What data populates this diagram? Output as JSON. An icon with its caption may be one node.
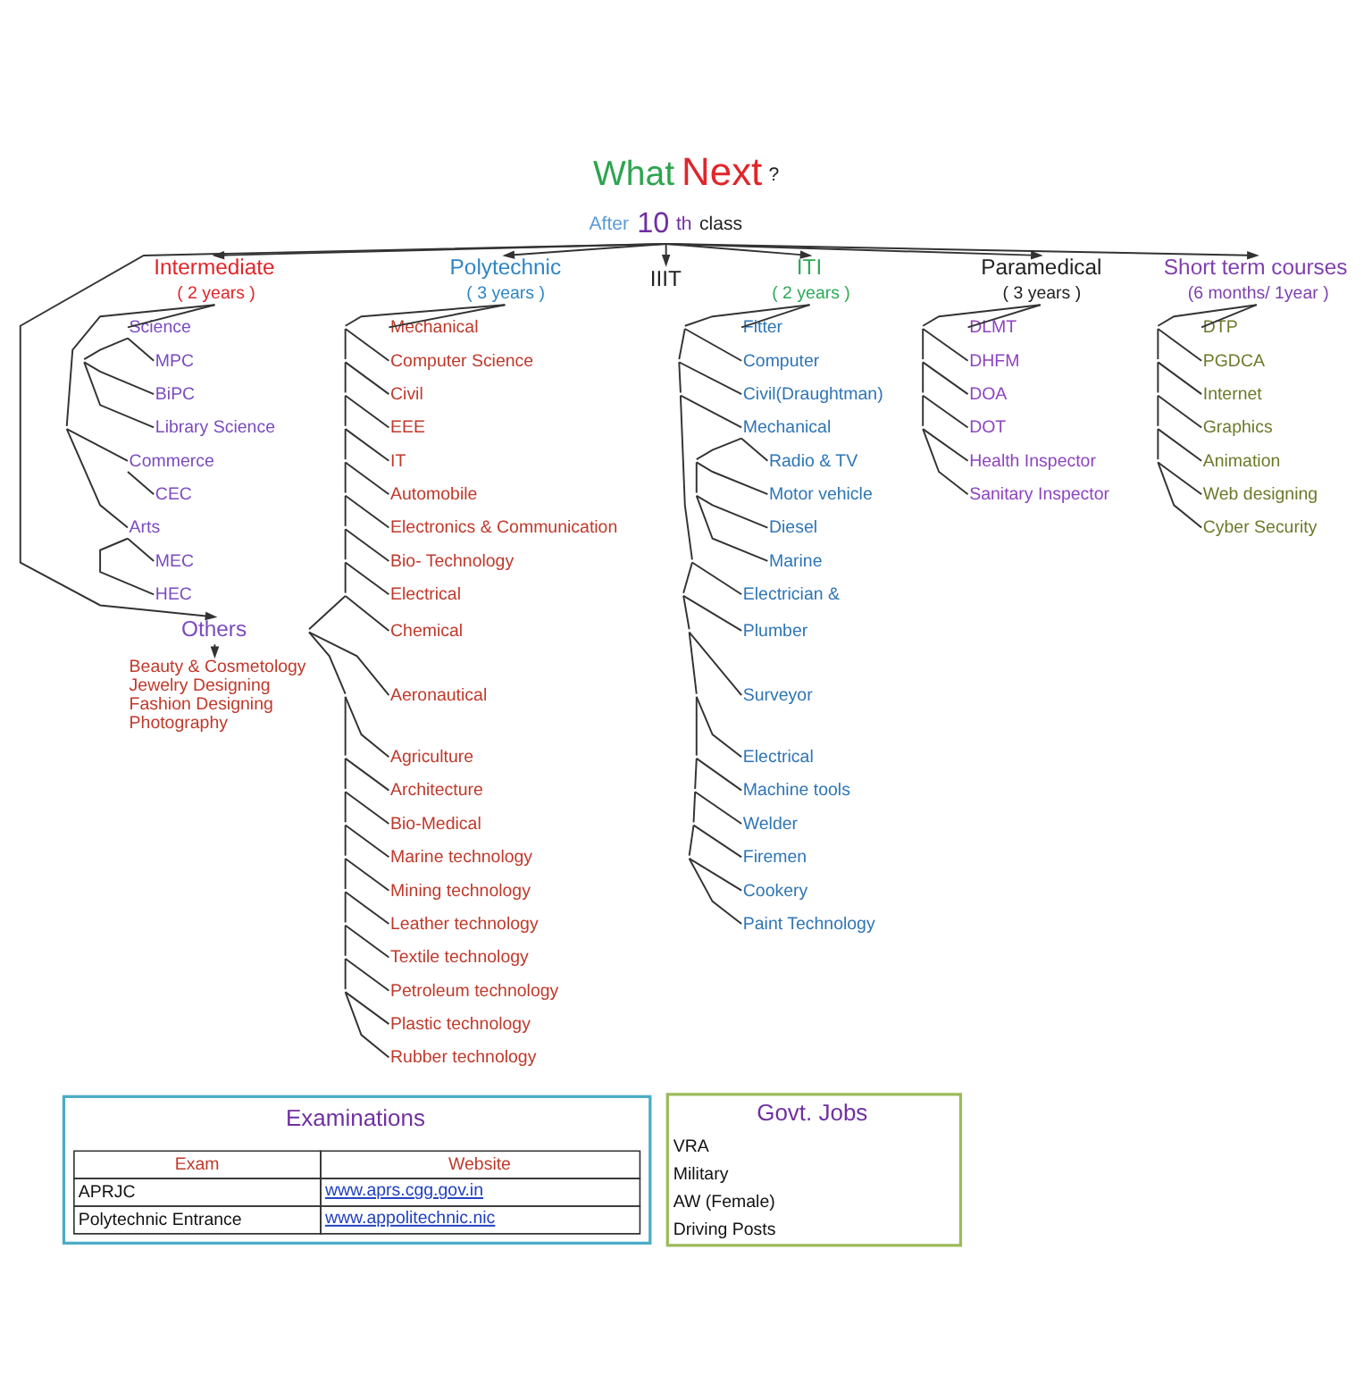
{
  "diagram": {
    "title": "What Next ?",
    "nodes": [
      {
        "text": [
          "After 10 th class"
        ]
      },
      {
        "text": [
          "Intermediate",
          "( 2 years )"
        ]
      },
      {
        "text": [
          "Polytechnic",
          "( 3 years )"
        ]
      },
      {
        "text": [
          "IIIT"
        ]
      },
      {
        "text": [
          "ITI",
          "( 2 years )"
        ]
      },
      {
        "text": [
          "Paramedical",
          "( 3 years )"
        ]
      },
      {
        "text": [
          "Short term courses",
          "(6 months/ 1year )"
        ]
      },
      {
        "text": [
          "Science"
        ]
      },
      {
        "text": [
          "MPC"
        ]
      },
      {
        "text": [
          "BiPC"
        ]
      },
      {
        "text": [
          "Library Science"
        ]
      },
      {
        "text": [
          "Commerce"
        ]
      },
      {
        "text": [
          "CEC"
        ]
      },
      {
        "text": [
          "Arts"
        ]
      },
      {
        "text": [
          "MEC"
        ]
      },
      {
        "text": [
          "HEC"
        ]
      },
      {
        "text": [
          "Others"
        ]
      },
      {
        "text": [
          "Beauty & Cosmetology",
          "Jewelry Designing",
          "Fashion Designing",
          "Photography"
        ]
      },
      {
        "text": [
          "Mechanical"
        ]
      },
      {
        "text": [
          "Computer Science"
        ]
      },
      {
        "text": [
          "Civil"
        ]
      },
      {
        "text": [
          "EEE"
        ]
      },
      {
        "text": [
          "IT"
        ]
      },
      {
        "text": [
          "Automobile"
        ]
      },
      {
        "text": [
          "Electronics & Communication"
        ]
      },
      {
        "text": [
          "Bio- Technology"
        ]
      },
      {
        "text": [
          "Electrical"
        ]
      },
      {
        "text": [
          "Chemical"
        ]
      },
      {
        "text": [
          "Aeronautical"
        ]
      },
      {
        "text": [
          "Agriculture"
        ]
      },
      {
        "text": [
          "Architecture"
        ]
      },
      {
        "text": [
          "Bio-Medical"
        ]
      },
      {
        "text": [
          "Marine technology"
        ]
      },
      {
        "text": [
          "Mining technology"
        ]
      },
      {
        "text": [
          "Leather technology"
        ]
      },
      {
        "text": [
          "Textile technology"
        ]
      },
      {
        "text": [
          "Petroleum technology"
        ]
      },
      {
        "text": [
          "Plastic technology"
        ]
      },
      {
        "text": [
          "Rubber technology"
        ]
      },
      {
        "text": [
          "Fitter"
        ]
      },
      {
        "text": [
          "Computer"
        ]
      },
      {
        "text": [
          "Civil(Draughtman)"
        ]
      },
      {
        "text": [
          "Mechanical"
        ]
      },
      {
        "text": [
          "Radio & TV"
        ]
      },
      {
        "text": [
          "Motor vehicle"
        ]
      },
      {
        "text": [
          "Diesel"
        ]
      },
      {
        "text": [
          "Marine"
        ]
      },
      {
        "text": [
          "Electrician &"
        ]
      },
      {
        "text": [
          "Plumber"
        ]
      },
      {
        "text": [
          "Surveyor"
        ]
      },
      {
        "text": [
          "Electrical"
        ]
      },
      {
        "text": [
          "Machine tools"
        ]
      },
      {
        "text": [
          "Welder"
        ]
      },
      {
        "text": [
          "Firemen"
        ]
      },
      {
        "text": [
          "Cookery"
        ]
      },
      {
        "text": [
          "Paint Technology"
        ]
      },
      {
        "text": [
          "DLMT"
        ]
      },
      {
        "text": [
          "DHFM"
        ]
      },
      {
        "text": [
          "DOA"
        ]
      },
      {
        "text": [
          "DOT"
        ]
      },
      {
        "text": [
          "Health Inspector"
        ]
      },
      {
        "text": [
          "Sanitary Inspector"
        ]
      },
      {
        "text": [
          "DTP"
        ]
      },
      {
        "text": [
          "PGDCA"
        ]
      },
      {
        "text": [
          "Internet"
        ]
      },
      {
        "text": [
          "Graphics"
        ]
      },
      {
        "text": [
          "Animation"
        ]
      },
      {
        "text": [
          "Web designing"
        ]
      },
      {
        "text": [
          "Cyber Security"
        ]
      },
      {
        "text": [
          "Examinations",
          "Exam",
          "Website",
          "APRJC",
          "www.aprs.cgg.gov.in",
          "Polytechnic Entrance",
          "www.appolitechnic.nic"
        ]
      },
      {
        "text": [
          "Govt. Jobs",
          "VRA",
          "Military",
          "AW (Female)",
          "Driving Posts"
        ]
      }
    ],
    "edges": [
      {
        "from": 0,
        "to": 1,
        "arrow": "to"
      },
      {
        "from": 0,
        "to": 16,
        "arrow": "to"
      },
      {
        "from": 0,
        "to": 2,
        "arrow": "to"
      },
      {
        "from": 0,
        "to": 3,
        "arrow": "to"
      },
      {
        "from": 0,
        "to": 4,
        "arrow": "to"
      },
      {
        "from": 0,
        "to": 5,
        "arrow": "to"
      },
      {
        "from": 0,
        "to": 6,
        "arrow": "to"
      },
      {
        "from": 1,
        "to": 7,
        "arrow": "none"
      },
      {
        "from": 7,
        "to": 8,
        "arrow": "none"
      },
      {
        "from": 7,
        "to": 9,
        "arrow": "none"
      },
      {
        "from": 7,
        "to": 10,
        "arrow": "none"
      },
      {
        "from": 1,
        "to": 11,
        "arrow": "none"
      },
      {
        "from": 11,
        "to": 12,
        "arrow": "none"
      },
      {
        "from": 1,
        "to": 13,
        "arrow": "none"
      },
      {
        "from": 13,
        "to": 14,
        "arrow": "none"
      },
      {
        "from": 13,
        "to": 15,
        "arrow": "none"
      },
      {
        "from": 16,
        "to": 17,
        "arrow": "to"
      },
      {
        "from": 2,
        "to": 18,
        "arrow": "none"
      },
      {
        "from": 2,
        "to": 19,
        "arrow": "none"
      },
      {
        "from": 2,
        "to": 20,
        "arrow": "none"
      },
      {
        "from": 2,
        "to": 21,
        "arrow": "none"
      },
      {
        "from": 2,
        "to": 22,
        "arrow": "none"
      },
      {
        "from": 2,
        "to": 23,
        "arrow": "none"
      },
      {
        "from": 2,
        "to": 24,
        "arrow": "none"
      },
      {
        "from": 2,
        "to": 25,
        "arrow": "none"
      },
      {
        "from": 2,
        "to": 26,
        "arrow": "none"
      },
      {
        "from": 2,
        "to": 27,
        "arrow": "none"
      },
      {
        "from": 2,
        "to": 28,
        "arrow": "none"
      },
      {
        "from": 2,
        "to": 29,
        "arrow": "none"
      },
      {
        "from": 2,
        "to": 30,
        "arrow": "none"
      },
      {
        "from": 2,
        "to": 31,
        "arrow": "none"
      },
      {
        "from": 2,
        "to": 32,
        "arrow": "none"
      },
      {
        "from": 2,
        "to": 33,
        "arrow": "none"
      },
      {
        "from": 2,
        "to": 34,
        "arrow": "none"
      },
      {
        "from": 2,
        "to": 35,
        "arrow": "none"
      },
      {
        "from": 2,
        "to": 36,
        "arrow": "none"
      },
      {
        "from": 2,
        "to": 37,
        "arrow": "none"
      },
      {
        "from": 2,
        "to": 38,
        "arrow": "none"
      },
      {
        "from": 4,
        "to": 39,
        "arrow": "none"
      },
      {
        "from": 4,
        "to": 40,
        "arrow": "none"
      },
      {
        "from": 4,
        "to": 41,
        "arrow": "none"
      },
      {
        "from": 4,
        "to": 42,
        "arrow": "none"
      },
      {
        "from": 42,
        "to": 43,
        "arrow": "none"
      },
      {
        "from": 42,
        "to": 44,
        "arrow": "none"
      },
      {
        "from": 42,
        "to": 45,
        "arrow": "none"
      },
      {
        "from": 42,
        "to": 46,
        "arrow": "none"
      },
      {
        "from": 4,
        "to": 47,
        "arrow": "none"
      },
      {
        "from": 4,
        "to": 48,
        "arrow": "none"
      },
      {
        "from": 4,
        "to": 49,
        "arrow": "none"
      },
      {
        "from": 4,
        "to": 50,
        "arrow": "none"
      },
      {
        "from": 4,
        "to": 51,
        "arrow": "none"
      },
      {
        "from": 4,
        "to": 52,
        "arrow": "none"
      },
      {
        "from": 4,
        "to": 53,
        "arrow": "none"
      },
      {
        "from": 4,
        "to": 54,
        "arrow": "none"
      },
      {
        "from": 4,
        "to": 55,
        "arrow": "none"
      },
      {
        "from": 5,
        "to": 56,
        "arrow": "none"
      },
      {
        "from": 5,
        "to": 57,
        "arrow": "none"
      },
      {
        "from": 5,
        "to": 58,
        "arrow": "none"
      },
      {
        "from": 5,
        "to": 59,
        "arrow": "none"
      },
      {
        "from": 5,
        "to": 60,
        "arrow": "none"
      },
      {
        "from": 5,
        "to": 61,
        "arrow": "none"
      },
      {
        "from": 6,
        "to": 62,
        "arrow": "none"
      },
      {
        "from": 6,
        "to": 63,
        "arrow": "none"
      },
      {
        "from": 6,
        "to": 64,
        "arrow": "none"
      },
      {
        "from": 6,
        "to": 65,
        "arrow": "none"
      },
      {
        "from": 6,
        "to": 66,
        "arrow": "none"
      },
      {
        "from": 6,
        "to": 67,
        "arrow": "none"
      },
      {
        "from": 6,
        "to": 68,
        "arrow": "none"
      }
    ]
  }
}
